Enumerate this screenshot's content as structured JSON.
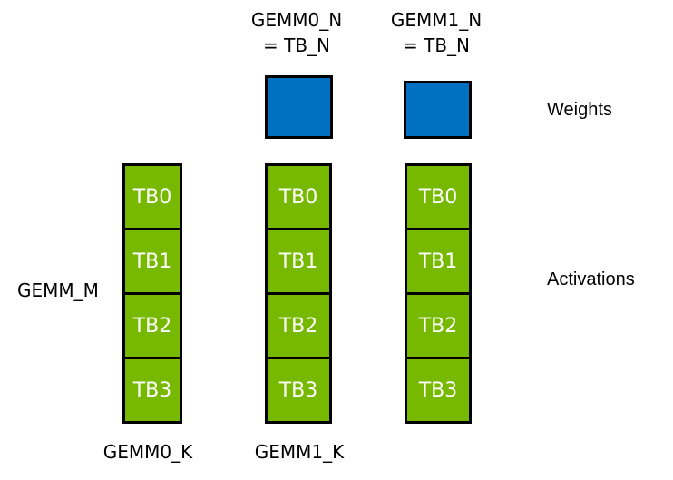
{
  "colors": {
    "weights_fill": "#0070C0",
    "activations_fill": "#76B900",
    "border": "#000000",
    "label_text": "#000000",
    "cell_text": "#ffffff"
  },
  "header_labels": [
    {
      "line1": "GEMM0_N",
      "line2": "= TB_N"
    },
    {
      "line1": "GEMM1_N",
      "line2": "= TB_N"
    }
  ],
  "weights": {
    "label": "Weights",
    "block_count": 2
  },
  "activations": {
    "label": "Activations"
  },
  "left_label": "GEMM_M",
  "columns": [
    {
      "cells": [
        "TB0",
        "TB1",
        "TB2",
        "TB3"
      ],
      "bottom_label": "GEMM0_K"
    },
    {
      "cells": [
        "TB0",
        "TB1",
        "TB2",
        "TB3"
      ],
      "bottom_label": "GEMM1_K"
    },
    {
      "cells": [
        "TB0",
        "TB1",
        "TB2",
        "TB3"
      ],
      "bottom_label": ""
    }
  ]
}
